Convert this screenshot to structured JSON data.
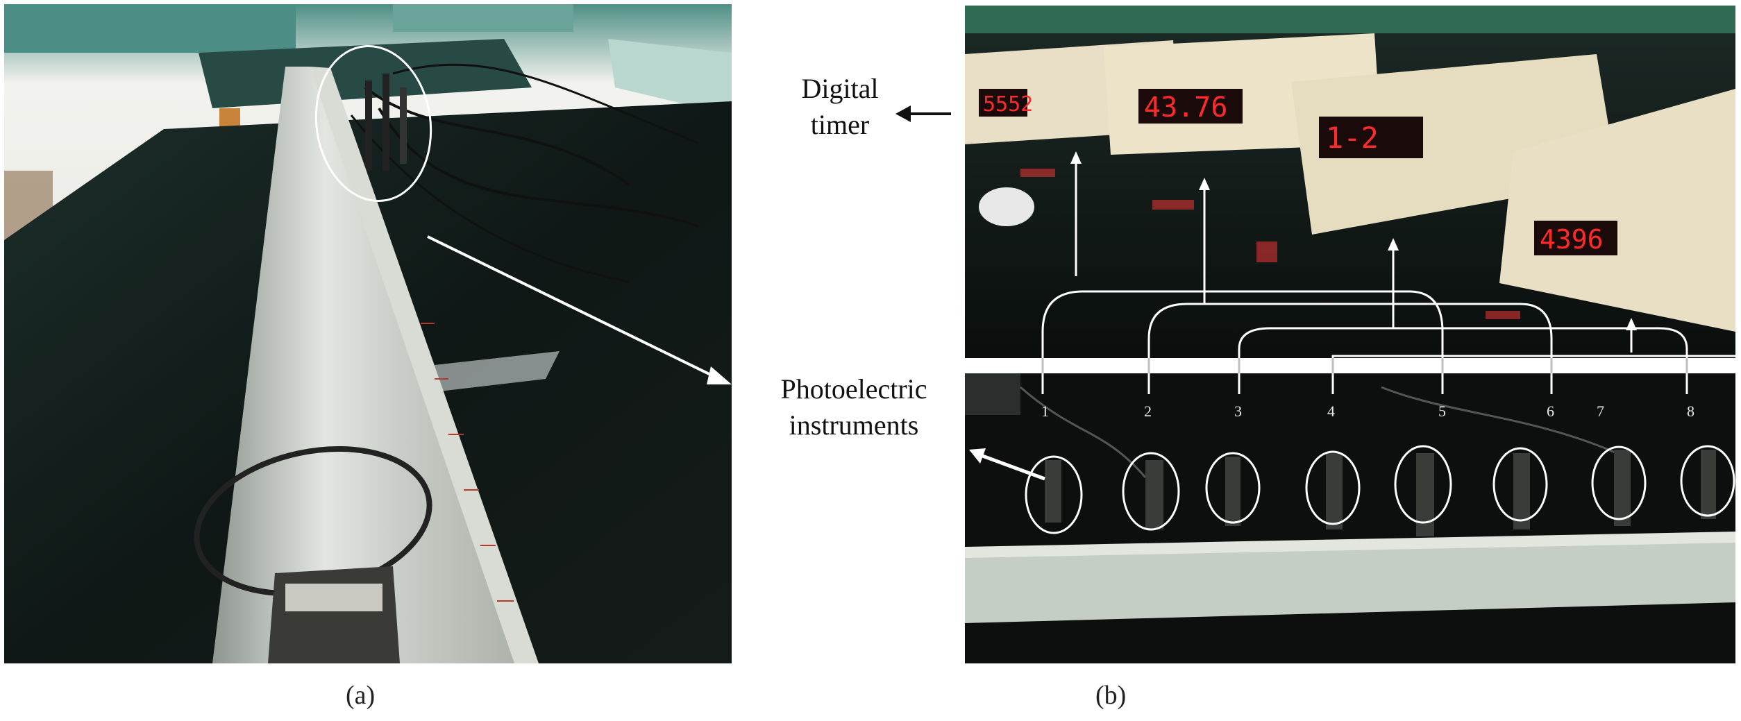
{
  "panel_a": {
    "caption": "(a)"
  },
  "panel_b": {
    "caption": "(b)",
    "timer_label_line1": "Digital",
    "timer_label_line2": "timer",
    "photo_label_line1": "Photoelectric",
    "photo_label_line2": "instruments",
    "timer_displays": [
      "5552",
      "43.76",
      "1-2",
      "4396"
    ],
    "gate_numbers": [
      "1",
      "2",
      "3",
      "4",
      "5",
      "6",
      "7",
      "8"
    ]
  },
  "colors": {
    "annotation": "#ffffff",
    "display_red": "#ff2a2a",
    "table_dark": "#0e1412",
    "timer_case": "#e9dfc4"
  }
}
